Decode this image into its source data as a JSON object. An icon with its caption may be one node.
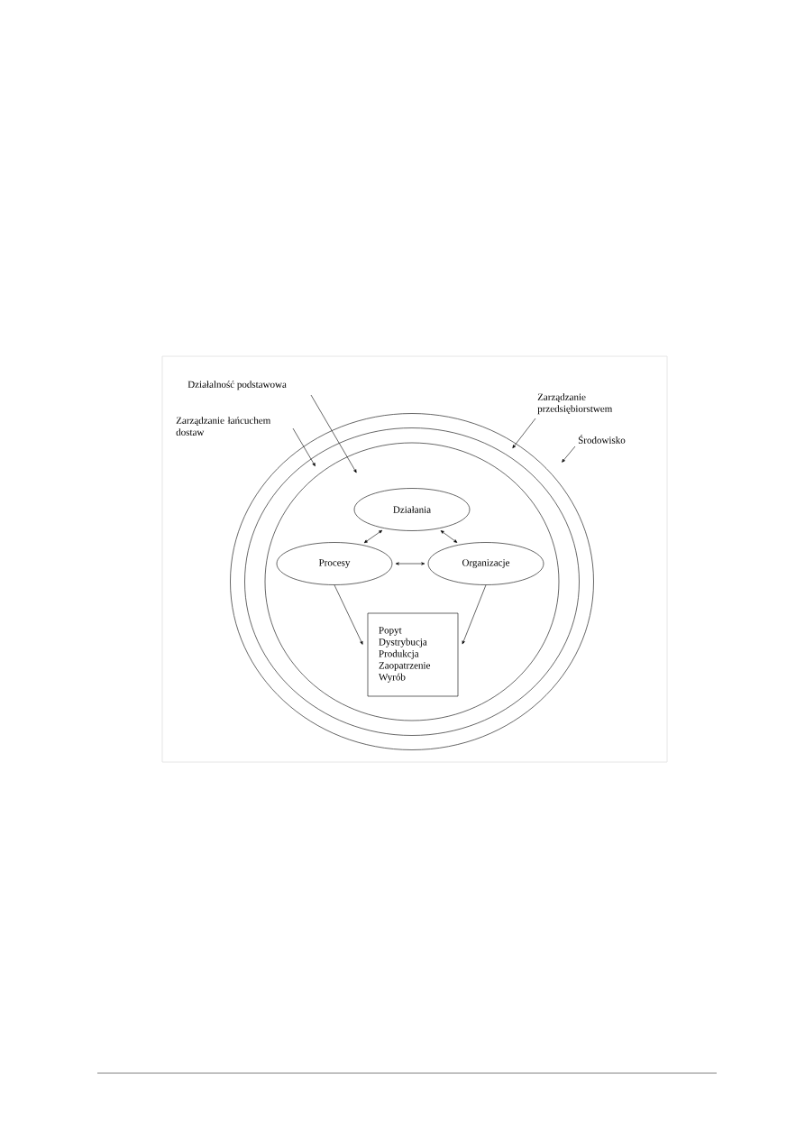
{
  "diagram": {
    "nodes": [
      {
        "text": [],
        "shape": "ellipse"
      },
      {
        "text": [],
        "shape": "ellipse",
        "in": 0
      },
      {
        "text": [],
        "shape": "ellipse",
        "in": 1
      },
      {
        "text": [
          "Działania"
        ],
        "in": 2
      },
      {
        "text": [
          "Procesy"
        ],
        "in": 2
      },
      {
        "text": [
          "Organizacje"
        ],
        "in": 2
      },
      {
        "text": [
          "Popyt",
          "Dystrybucja",
          "Produkcja",
          "Zaopatrzenie",
          "Wyrób"
        ],
        "in": 2
      },
      {
        "text": [
          "Działalność podstawowa"
        ]
      },
      {
        "text": [
          "Zarządzanie łańcuchem dostaw"
        ]
      },
      {
        "text": [
          "Zarządzanie przedsiębiorstwem"
        ]
      },
      {
        "text": [
          "Środowisko"
        ]
      }
    ],
    "edges": [
      {
        "from": 3,
        "to": 4,
        "arrow": "both"
      },
      {
        "from": 3,
        "to": 5,
        "arrow": "both"
      },
      {
        "from": 4,
        "to": 5,
        "arrow": "both"
      },
      {
        "from": 4,
        "to": 6,
        "arrow": "to"
      },
      {
        "from": 5,
        "to": 6,
        "arrow": "to"
      },
      {
        "from": 7,
        "to": 2,
        "arrow": "to"
      },
      {
        "from": 8,
        "to": 1,
        "arrow": "to"
      },
      {
        "from": 9,
        "to": 0,
        "arrow": "to"
      },
      {
        "from": 10,
        "to": null,
        "arrow": "to"
      }
    ]
  }
}
